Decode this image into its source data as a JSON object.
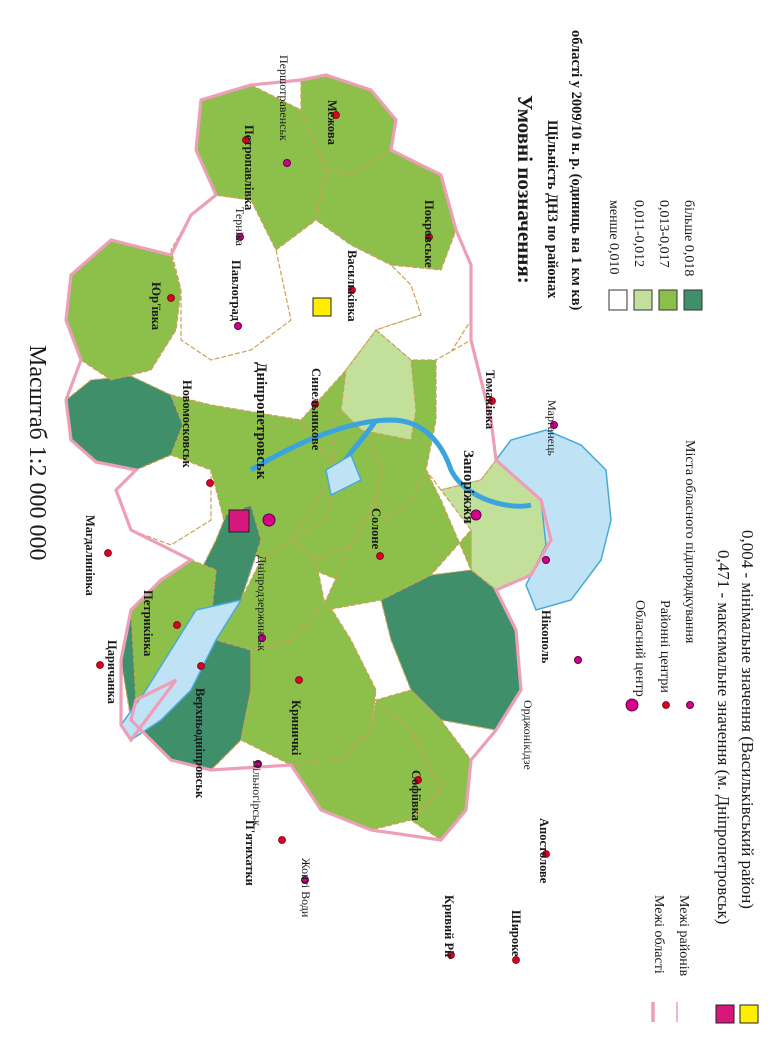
{
  "scale": "Масштаб 1:2 000 000",
  "colors": {
    "lt010": "#ffffff",
    "c011": "#c3e09a",
    "c013": "#8cc04a",
    "gt018": "#3f8f6a",
    "max_marker": "#d8177c",
    "min_marker": "#ffee00",
    "water": "#bfe3f4"
  },
  "districts": {
    "tsarychanka": "Царичанка",
    "mahdalynivka": "Магдалинівка",
    "novomoskovsk": "Новомосковськ",
    "yurivka": "Юр'ївка",
    "pavlohrad": "Павлоград",
    "ternivka": "Терніка",
    "petropavlivka": "Петропавлівка",
    "pershotravensk": "Першотравенськ",
    "mezhova": "Межова",
    "pokrovske": "Покровське",
    "vasylkivka": "Васильківка",
    "synelnykove": "Синельникове",
    "dnipropetrovsk": "Дніпропетровськ",
    "zaporizhzhia": "Запоріжжя",
    "petrykivka": "Петриківка",
    "dniprodzerzhynsk": "Дніпродзержинськ",
    "solone": "Солоне",
    "tomakivka": "Томаківка",
    "marhanets": "Марганець",
    "nikopol": "Нікополь",
    "ordzhonikidze": "Орджонікідзе",
    "verkhnodniprovsk": "Верхньодніпровськ",
    "vilnohirsk": "Вільногірськ",
    "krynychky": "Криничкі",
    "pyatykhatky": "П'ятихатки",
    "zhovti_vody": "Жовті Води",
    "sofiivka": "Софіївка",
    "kryvyi_rih": "Кривий Ріг",
    "apostolove": "Апостолове",
    "shyroke": "Широке"
  },
  "legend": {
    "title": "Умовні позначення:",
    "subtitle_line1": "Щільність ДНЗ по районах",
    "subtitle_line2": "області у 2009/10 н. р. (одиниць на 1 км кв)",
    "classes": [
      {
        "label": "менше 0,010",
        "color": "#ffffff"
      },
      {
        "label": "0,011-0,012",
        "color": "#c3e09a"
      },
      {
        "label": "0,013-0,017",
        "color": "#8cc04a"
      },
      {
        "label": "більше 0,018",
        "color": "#3f8f6a"
      }
    ],
    "oblast_center": "Обласний центр",
    "district_centers": "Районні центри",
    "oblast_cities": "Міста обласного підпорядкування",
    "oblast_border": "Межі області",
    "district_border": "Межі районів",
    "max_value": "0,471 - максимальне значення (м. Дніпропетровськ)",
    "min_value": "0,004 - мінімальне значення (Васильківський район)"
  }
}
